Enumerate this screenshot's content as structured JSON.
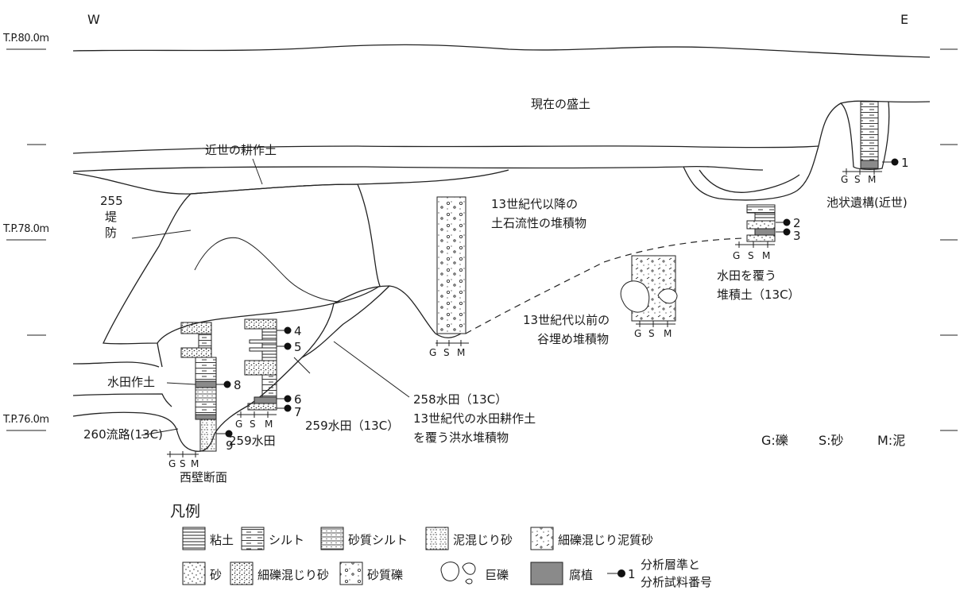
{
  "compass": {
    "west": "W",
    "east": "E"
  },
  "elevations": {
    "tp80": "T.P.80.0m",
    "tp78": "T.P.78.0m",
    "tp76": "T.P.76.0m"
  },
  "labels": {
    "modern_fill": "現在の盛土",
    "early_modern_soil": "近世の耕作土",
    "levee_number": "255",
    "levee_char1": "堤",
    "levee_char2": "防",
    "deposit_after_13c_1": "13世紀代以降の",
    "deposit_after_13c_2": "土石流性の堆積物",
    "valley_fill_1": "13世紀代以前の",
    "valley_fill_2": "谷埋め堆積物",
    "paddy_cover_1": "水田を覆う",
    "paddy_cover_2": "堆積土（13C）",
    "pond_feature": "池状遺構(近世)",
    "paddy_soil": "水田作土",
    "channel_260": "260流路(13C)",
    "paddy_259_13c": "259水田（13C）",
    "paddy_259": "259水田",
    "paddy_258_1": "258水田（13C）",
    "paddy_258_2": "13世紀代の水田耕作土",
    "paddy_258_3": "を覆う洪水堆積物",
    "west_wall": "西壁断面"
  },
  "grain_axis": {
    "g": "G",
    "s": "S",
    "m": "M"
  },
  "grain_key": {
    "g": "G:礫",
    "s": "S:砂",
    "m": "M:泥"
  },
  "sample_numbers": [
    "1",
    "2",
    "3",
    "4",
    "5",
    "6",
    "7",
    "8",
    "9"
  ],
  "legend": {
    "title": "凡例",
    "items": [
      "粘土",
      "シルト",
      "砂質シルト",
      "泥混じり砂",
      "細礫混じり泥質砂",
      "砂",
      "細礫混じり砂",
      "砂質礫",
      "巨礫",
      "腐植"
    ],
    "sample_line1": "分析層準と",
    "sample_line2": "分析試料番号",
    "sample_marker": "1"
  }
}
